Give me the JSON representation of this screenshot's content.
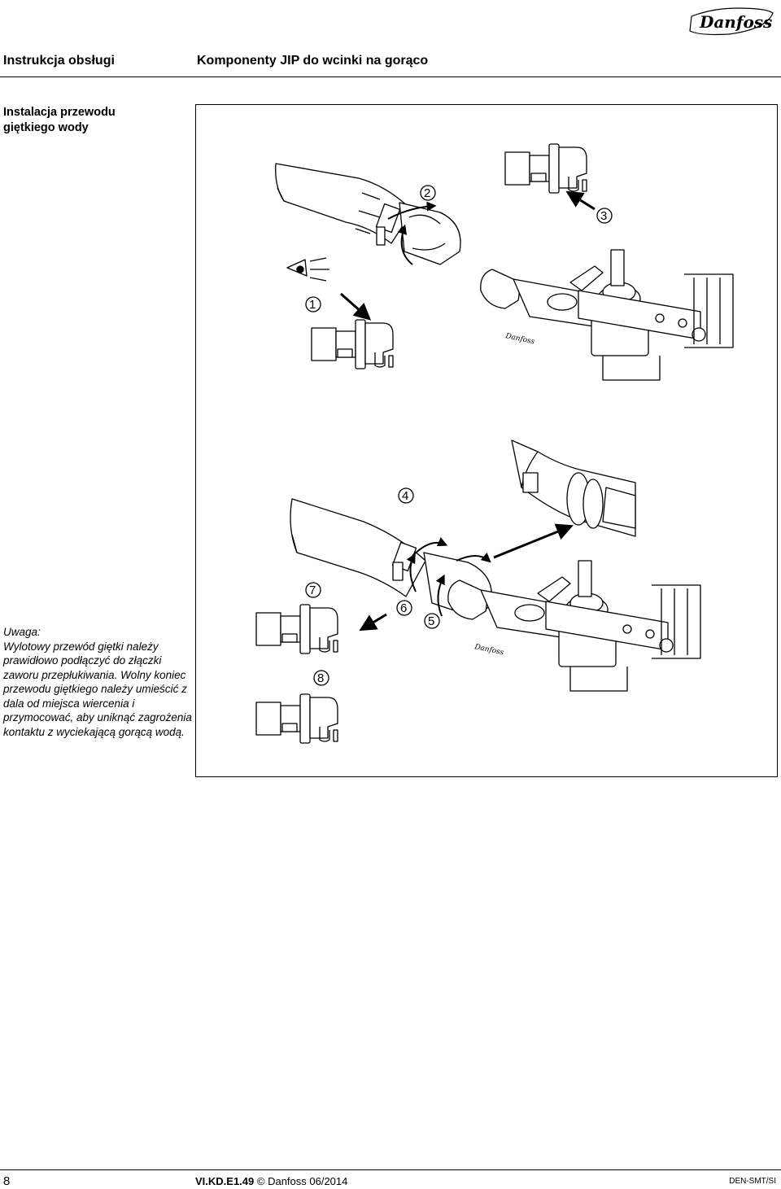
{
  "header": {
    "brand": "Danfoss",
    "left": "Instrukcja obsługi",
    "right": "Komponenty JIP do wcinki na gorąco"
  },
  "section_title": "Instalacja przewodu giętkiego wody",
  "note": {
    "label": "Uwaga:",
    "text": "Wylotowy przewód giętki należy prawidłowo podłączyć do złączki zaworu przepłukiwania. Wolny koniec przewodu giętkiego należy umieścić z dala od miejsca wiercenia i przymocować, aby uniknąć zagrożenia kontaktu z wyciekającą gorącą wodą."
  },
  "figure": {
    "callouts": [
      "1",
      "2",
      "3",
      "4",
      "5",
      "6",
      "7",
      "8"
    ],
    "valve_brand": "Danfoss"
  },
  "footer": {
    "page": "8",
    "code": "VI.KD.E1.49",
    "copyright": "© Danfoss 06/2014",
    "ref": "DEN-SMT/SI"
  }
}
